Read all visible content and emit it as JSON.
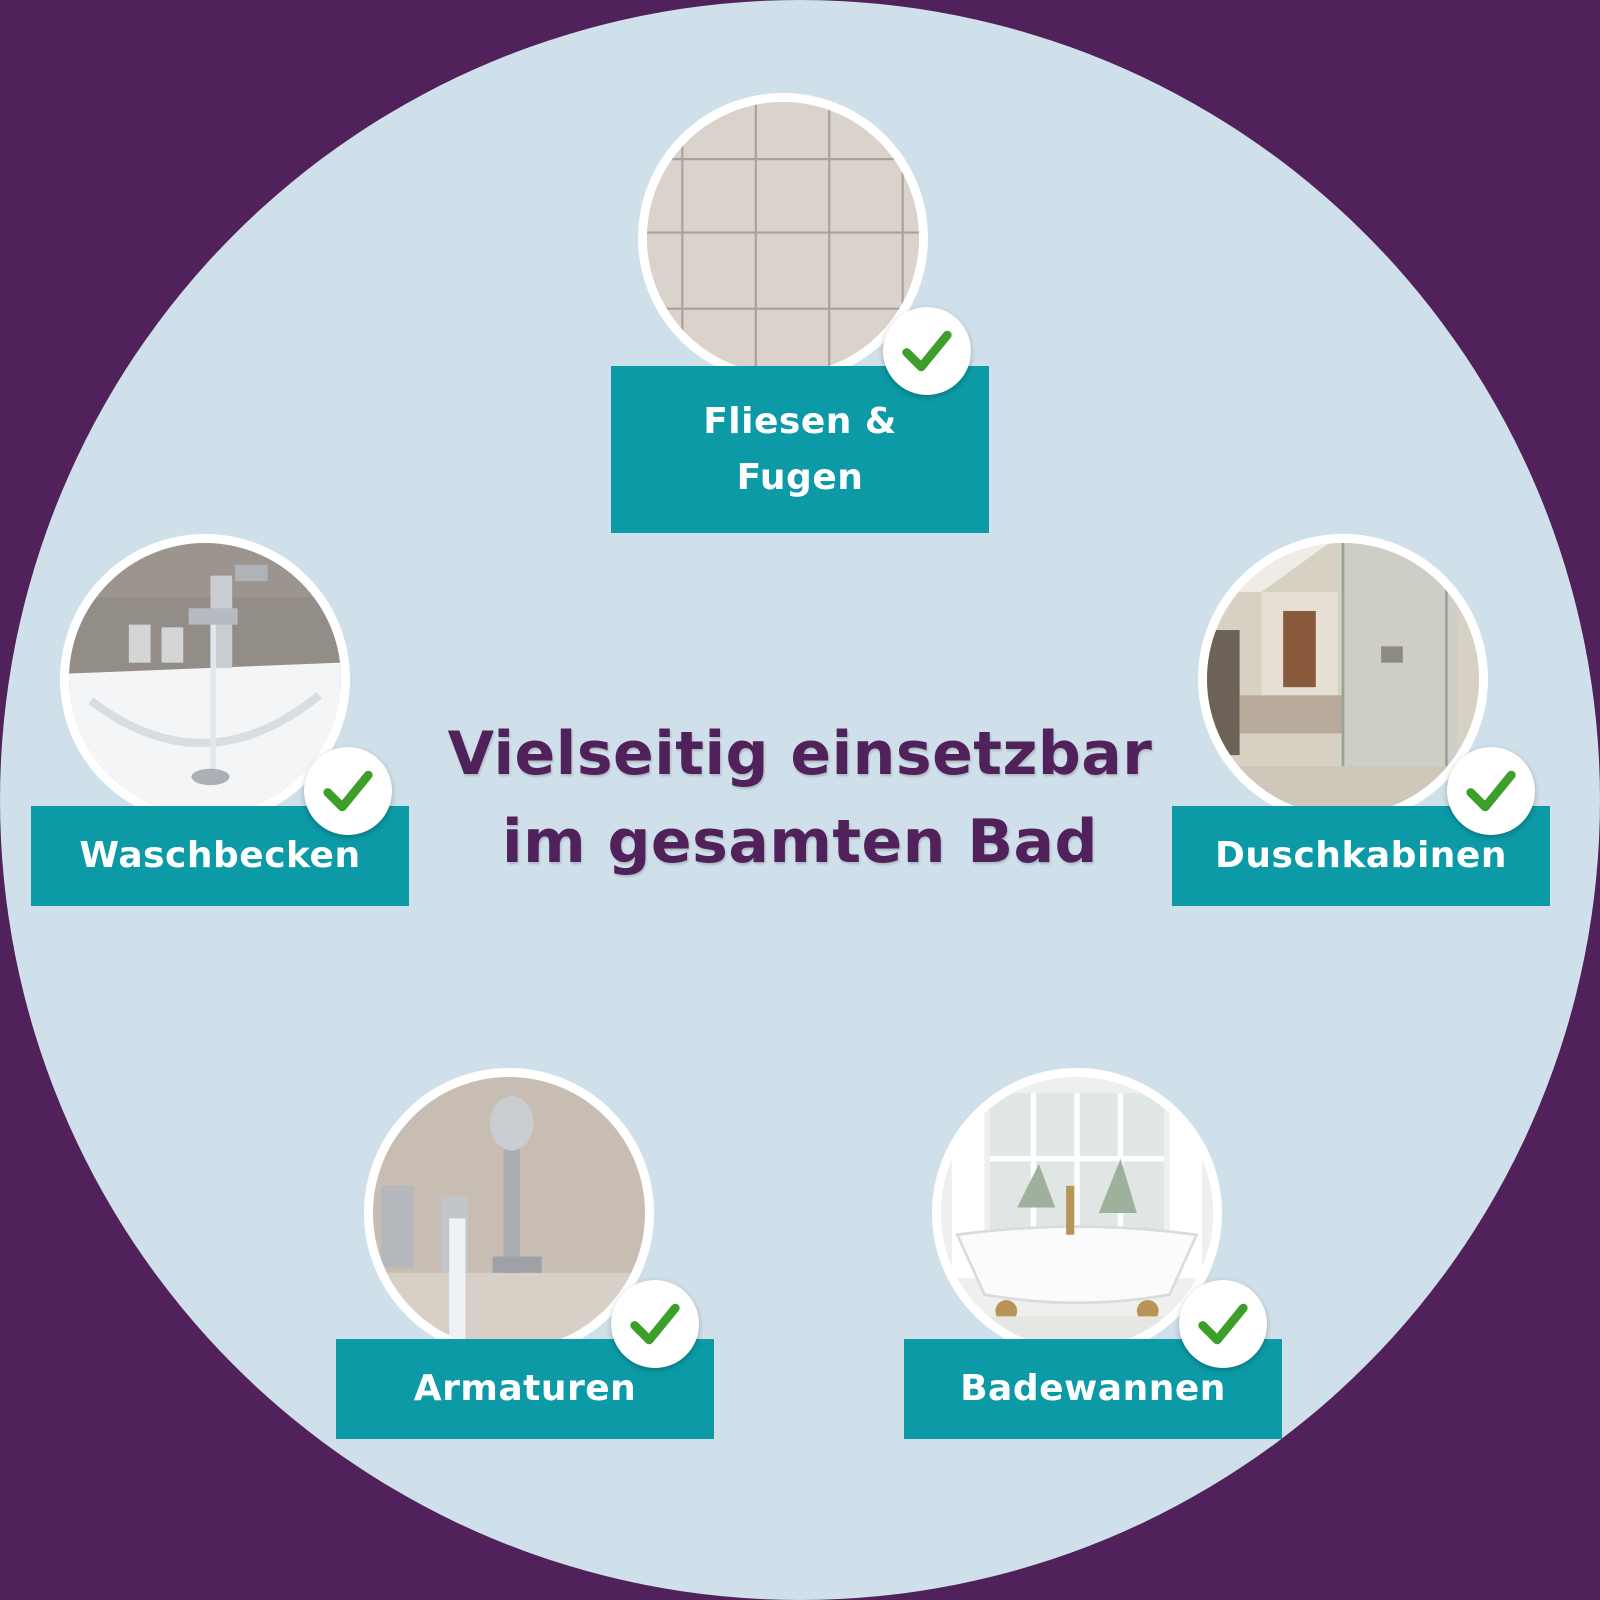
{
  "colors": {
    "background": "#50215a",
    "circle": "#d0e0ea",
    "headline": "#50215a",
    "label_bg": "#0b9aa6",
    "label_text": "#ffffff",
    "check": "#3e9e2a"
  },
  "headline": {
    "line1": "Vielseitig einsetzbar",
    "line2": "im gesamten Bad"
  },
  "items": [
    {
      "label_line1": "Fliesen &",
      "label_line2": "Fugen",
      "image": "tiles-photo",
      "checked": true
    },
    {
      "label_line1": "Waschbecken",
      "image": "sink-faucet-photo",
      "checked": true
    },
    {
      "label_line1": "Duschkabinen",
      "image": "shower-cabin-photo",
      "checked": true
    },
    {
      "label_line1": "Armaturen",
      "image": "fittings-photo",
      "checked": true
    },
    {
      "label_line1": "Badewannen",
      "image": "bathtub-photo",
      "checked": true
    }
  ]
}
